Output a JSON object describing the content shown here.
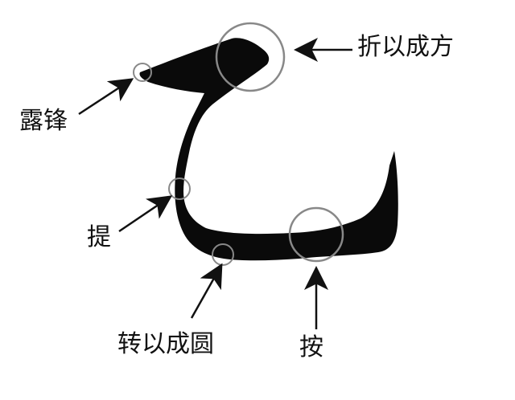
{
  "annotations": {
    "zhe": "折以成方",
    "lu": "露锋",
    "ti": "提",
    "zhuan": "转以成圆",
    "an": "按"
  },
  "colors": {
    "ink": "#0a0a0a",
    "circle": "#888888",
    "arrow": "#111111",
    "background": "#ffffff"
  }
}
